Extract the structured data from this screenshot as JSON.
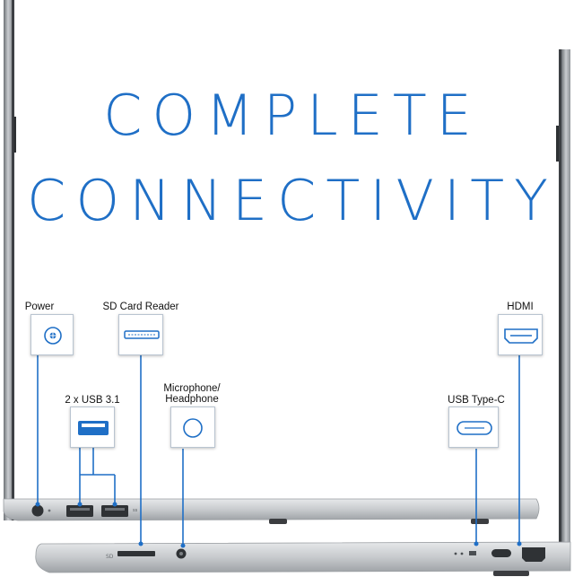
{
  "headline": {
    "line1": "COMPLETE",
    "line2": "CONNECTIVITY"
  },
  "ports": {
    "power": "Power",
    "sd_card_reader": "SD Card Reader",
    "usb_31": "2 x USB 3.1",
    "microphone_line1": "Microphone/",
    "microphone_line2": "Headphone",
    "usb_type_c": "USB Type-C",
    "hdmi": "HDMI"
  },
  "colors": {
    "accent_blue": "#1f6fc6",
    "chassis_silver": "#c9cccf"
  }
}
